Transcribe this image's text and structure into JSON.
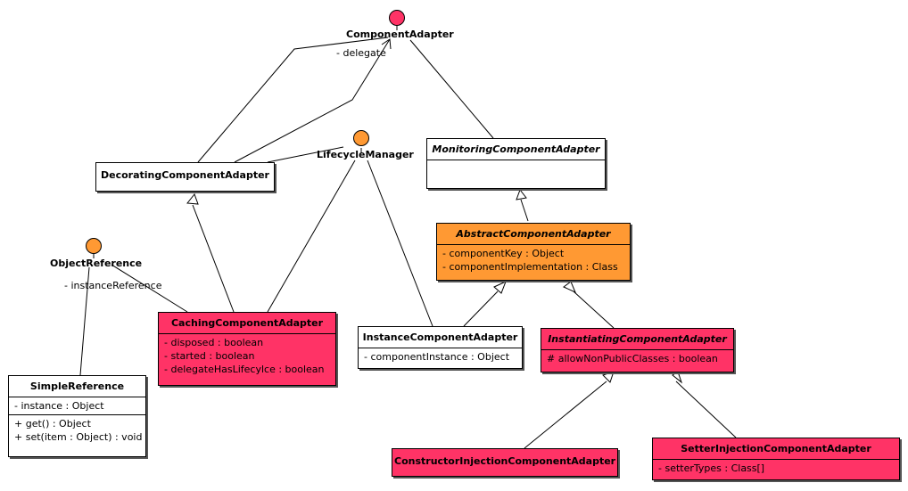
{
  "colors": {
    "red": "#ff3366",
    "orange": "#ff9933",
    "white": "#ffffff",
    "line": "#000000"
  },
  "interfaces": {
    "component_adapter": {
      "label": "ComponentAdapter",
      "color": "#ff3366"
    },
    "lifecycle_manager": {
      "label": "LifecycleManager",
      "color": "#ff9933"
    },
    "object_reference": {
      "label": "ObjectReference",
      "color": "#ff9933"
    }
  },
  "roles": {
    "delegate": "- delegate",
    "instance_reference": "- instanceReference"
  },
  "classes": {
    "decorating": {
      "name": "DecoratingComponentAdapter"
    },
    "monitoring": {
      "name": "MonitoringComponentAdapter"
    },
    "abstract": {
      "name": "AbstractComponentAdapter",
      "attributes": [
        "- componentKey : Object",
        "- componentImplementation : Class"
      ]
    },
    "caching": {
      "name": "CachingComponentAdapter",
      "attributes": [
        "- disposed : boolean",
        "- started : boolean",
        "- delegateHasLifecylce : boolean"
      ]
    },
    "instance": {
      "name": "InstanceComponentAdapter",
      "attributes": [
        "- componentInstance : Object"
      ]
    },
    "instantiating": {
      "name": "InstantiatingComponentAdapter",
      "attributes": [
        "# allowNonPublicClasses : boolean"
      ]
    },
    "simple_reference": {
      "name": "SimpleReference",
      "attributes": [
        "- instance : Object"
      ],
      "operations": [
        "+ get() : Object",
        "+ set(item : Object) : void"
      ]
    },
    "constructor_injection": {
      "name": "ConstructorInjectionComponentAdapter"
    },
    "setter_injection": {
      "name": "SetterInjectionComponentAdapter",
      "attributes": [
        "- setterTypes : Class[]"
      ]
    }
  }
}
